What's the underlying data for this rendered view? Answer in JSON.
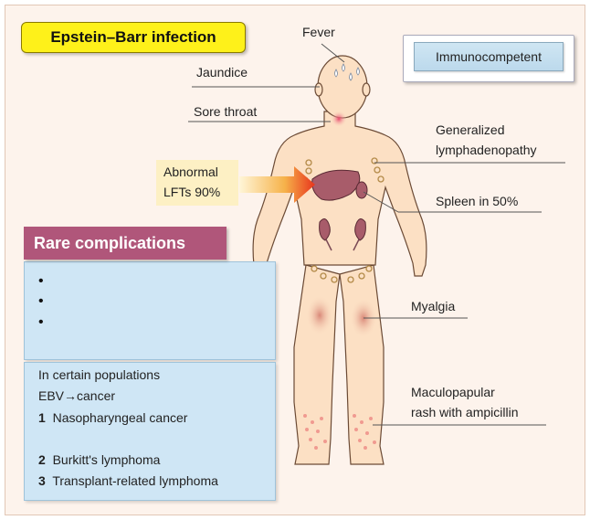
{
  "title": "Epstein–Barr infection",
  "status_box": "Immunocompetent",
  "labels": {
    "fever": "Fever",
    "jaundice": "Jaundice",
    "sore_throat": "Sore throat",
    "lymph_line1": "Generalized",
    "lymph_line2": "lymphadenopathy",
    "spleen": "Spleen in 50%",
    "myalgia": "Myalgia",
    "rash_line1": "Maculopapular",
    "rash_line2": "rash with ampicillin",
    "lfts_line1": "Abnormal",
    "lfts_line2": "LFTs 90%"
  },
  "complications": {
    "header": "Rare complications",
    "bullets": [
      "•",
      "•",
      "•"
    ]
  },
  "populations": {
    "line1": "In certain populations",
    "line2": "EBV→cancer",
    "items": [
      {
        "num": "1",
        "text": "Nasopharyngeal cancer"
      },
      {
        "num": "2",
        "text": "Burkitt's lymphoma"
      },
      {
        "num": "3",
        "text": "Transplant-related lymphoma"
      }
    ]
  },
  "colors": {
    "skin": "#fce0c4",
    "skin_outline": "#6b4a35",
    "title_bg": "#fef11a",
    "rare_header": "#b0567a",
    "panel_blue": "#cfe6f5",
    "organ": "#a85c6a",
    "arrow": "#e8341c"
  }
}
